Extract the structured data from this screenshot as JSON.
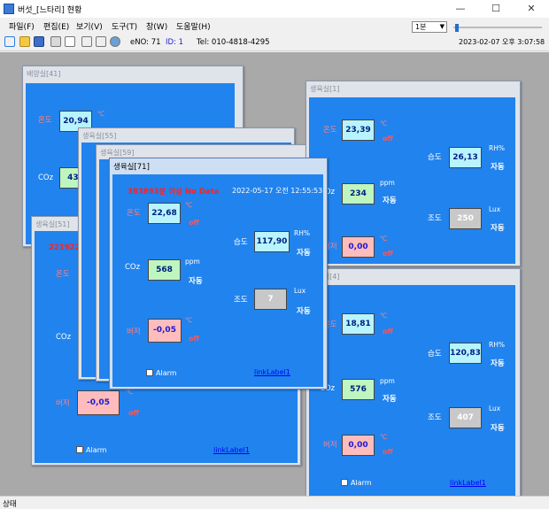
{
  "window": {
    "title": "버섯_[느타리] 현황",
    "minimize": "—",
    "maximize": "☐",
    "close": "✕"
  },
  "menu": [
    "파일(F)",
    "편집(E)",
    "보기(V)",
    "도구(T)",
    "창(W)",
    "도움말(H)"
  ],
  "toolbar": {
    "eno": "eNO: 71",
    "id": "ID: 1",
    "tel": "Tel: 010-4818-4295",
    "interval": "1분",
    "clock": "2023-02-07 오후 3:07:58"
  },
  "windows": {
    "w41": {
      "title": "배양실[41]",
      "temp_label": "온도",
      "temp": "20,94",
      "temp_unit": "℃",
      "co2_label": "COz",
      "co2": "430"
    },
    "w51": {
      "title": "생육실[51]",
      "err": "22192228",
      "temp_label": "온도",
      "co2_label": "COz",
      "heat_label": "버저",
      "heat": "-0,05",
      "heat_unit": "℃",
      "heat_state": "off",
      "alarm": "Alarm",
      "link": "linkLabel1"
    },
    "w55": {
      "title": "생육실[55]"
    },
    "w59": {
      "title": "생육실[59]"
    },
    "w71": {
      "title": "생육실[71]",
      "err": "383893분 이상 No Data",
      "timestamp": "2022-05-17 오전 12:55:53",
      "temp_label": "온도",
      "temp": "22,68",
      "temp_unit": "℃",
      "temp_state": "off",
      "hum_label": "습도",
      "hum": "117,90",
      "hum_unit": "RH%",
      "hum_state": "자동",
      "co2_label": "COz",
      "co2": "568",
      "co2_unit": "ppm",
      "co2_state": "자동",
      "lux_label": "조도",
      "lux": "7",
      "lux_unit": "Lux",
      "lux_state": "자동",
      "heat_label": "버저",
      "heat": "-0,05",
      "heat_unit": "℃",
      "heat_state": "off",
      "alarm": "Alarm",
      "link": "linkLabel1"
    },
    "w1": {
      "title": "생육실[1]",
      "temp_label": "온도",
      "temp": "23,39",
      "temp_unit": "℃",
      "temp_state": "off",
      "hum_label": "습도",
      "hum": "26,13",
      "hum_unit": "RH%",
      "hum_state": "자동",
      "co2_label": "COz",
      "co2": "234",
      "co2_unit": "ppm",
      "co2_state": "자동",
      "lux_label": "조도",
      "lux": "250",
      "lux_unit": "Lux",
      "lux_state": "자동",
      "heat_label": "버저",
      "heat": "0,00",
      "heat_unit": "℃",
      "heat_state": "off"
    },
    "w4": {
      "title": "생육실[4]",
      "temp_label": "온도",
      "temp": "18,81",
      "temp_unit": "℃",
      "temp_state": "off",
      "hum_label": "습도",
      "hum": "120,83",
      "hum_unit": "RH%",
      "hum_state": "자동",
      "co2_label": "COz",
      "co2": "576",
      "co2_unit": "ppm",
      "co2_state": "자동",
      "lux_label": "조도",
      "lux": "407",
      "lux_unit": "Lux",
      "lux_state": "자동",
      "heat_label": "버저",
      "heat": "0,00",
      "heat_unit": "℃",
      "heat_state": "off",
      "alarm": "Alarm",
      "link": "linkLabel1"
    }
  },
  "status": "상태"
}
